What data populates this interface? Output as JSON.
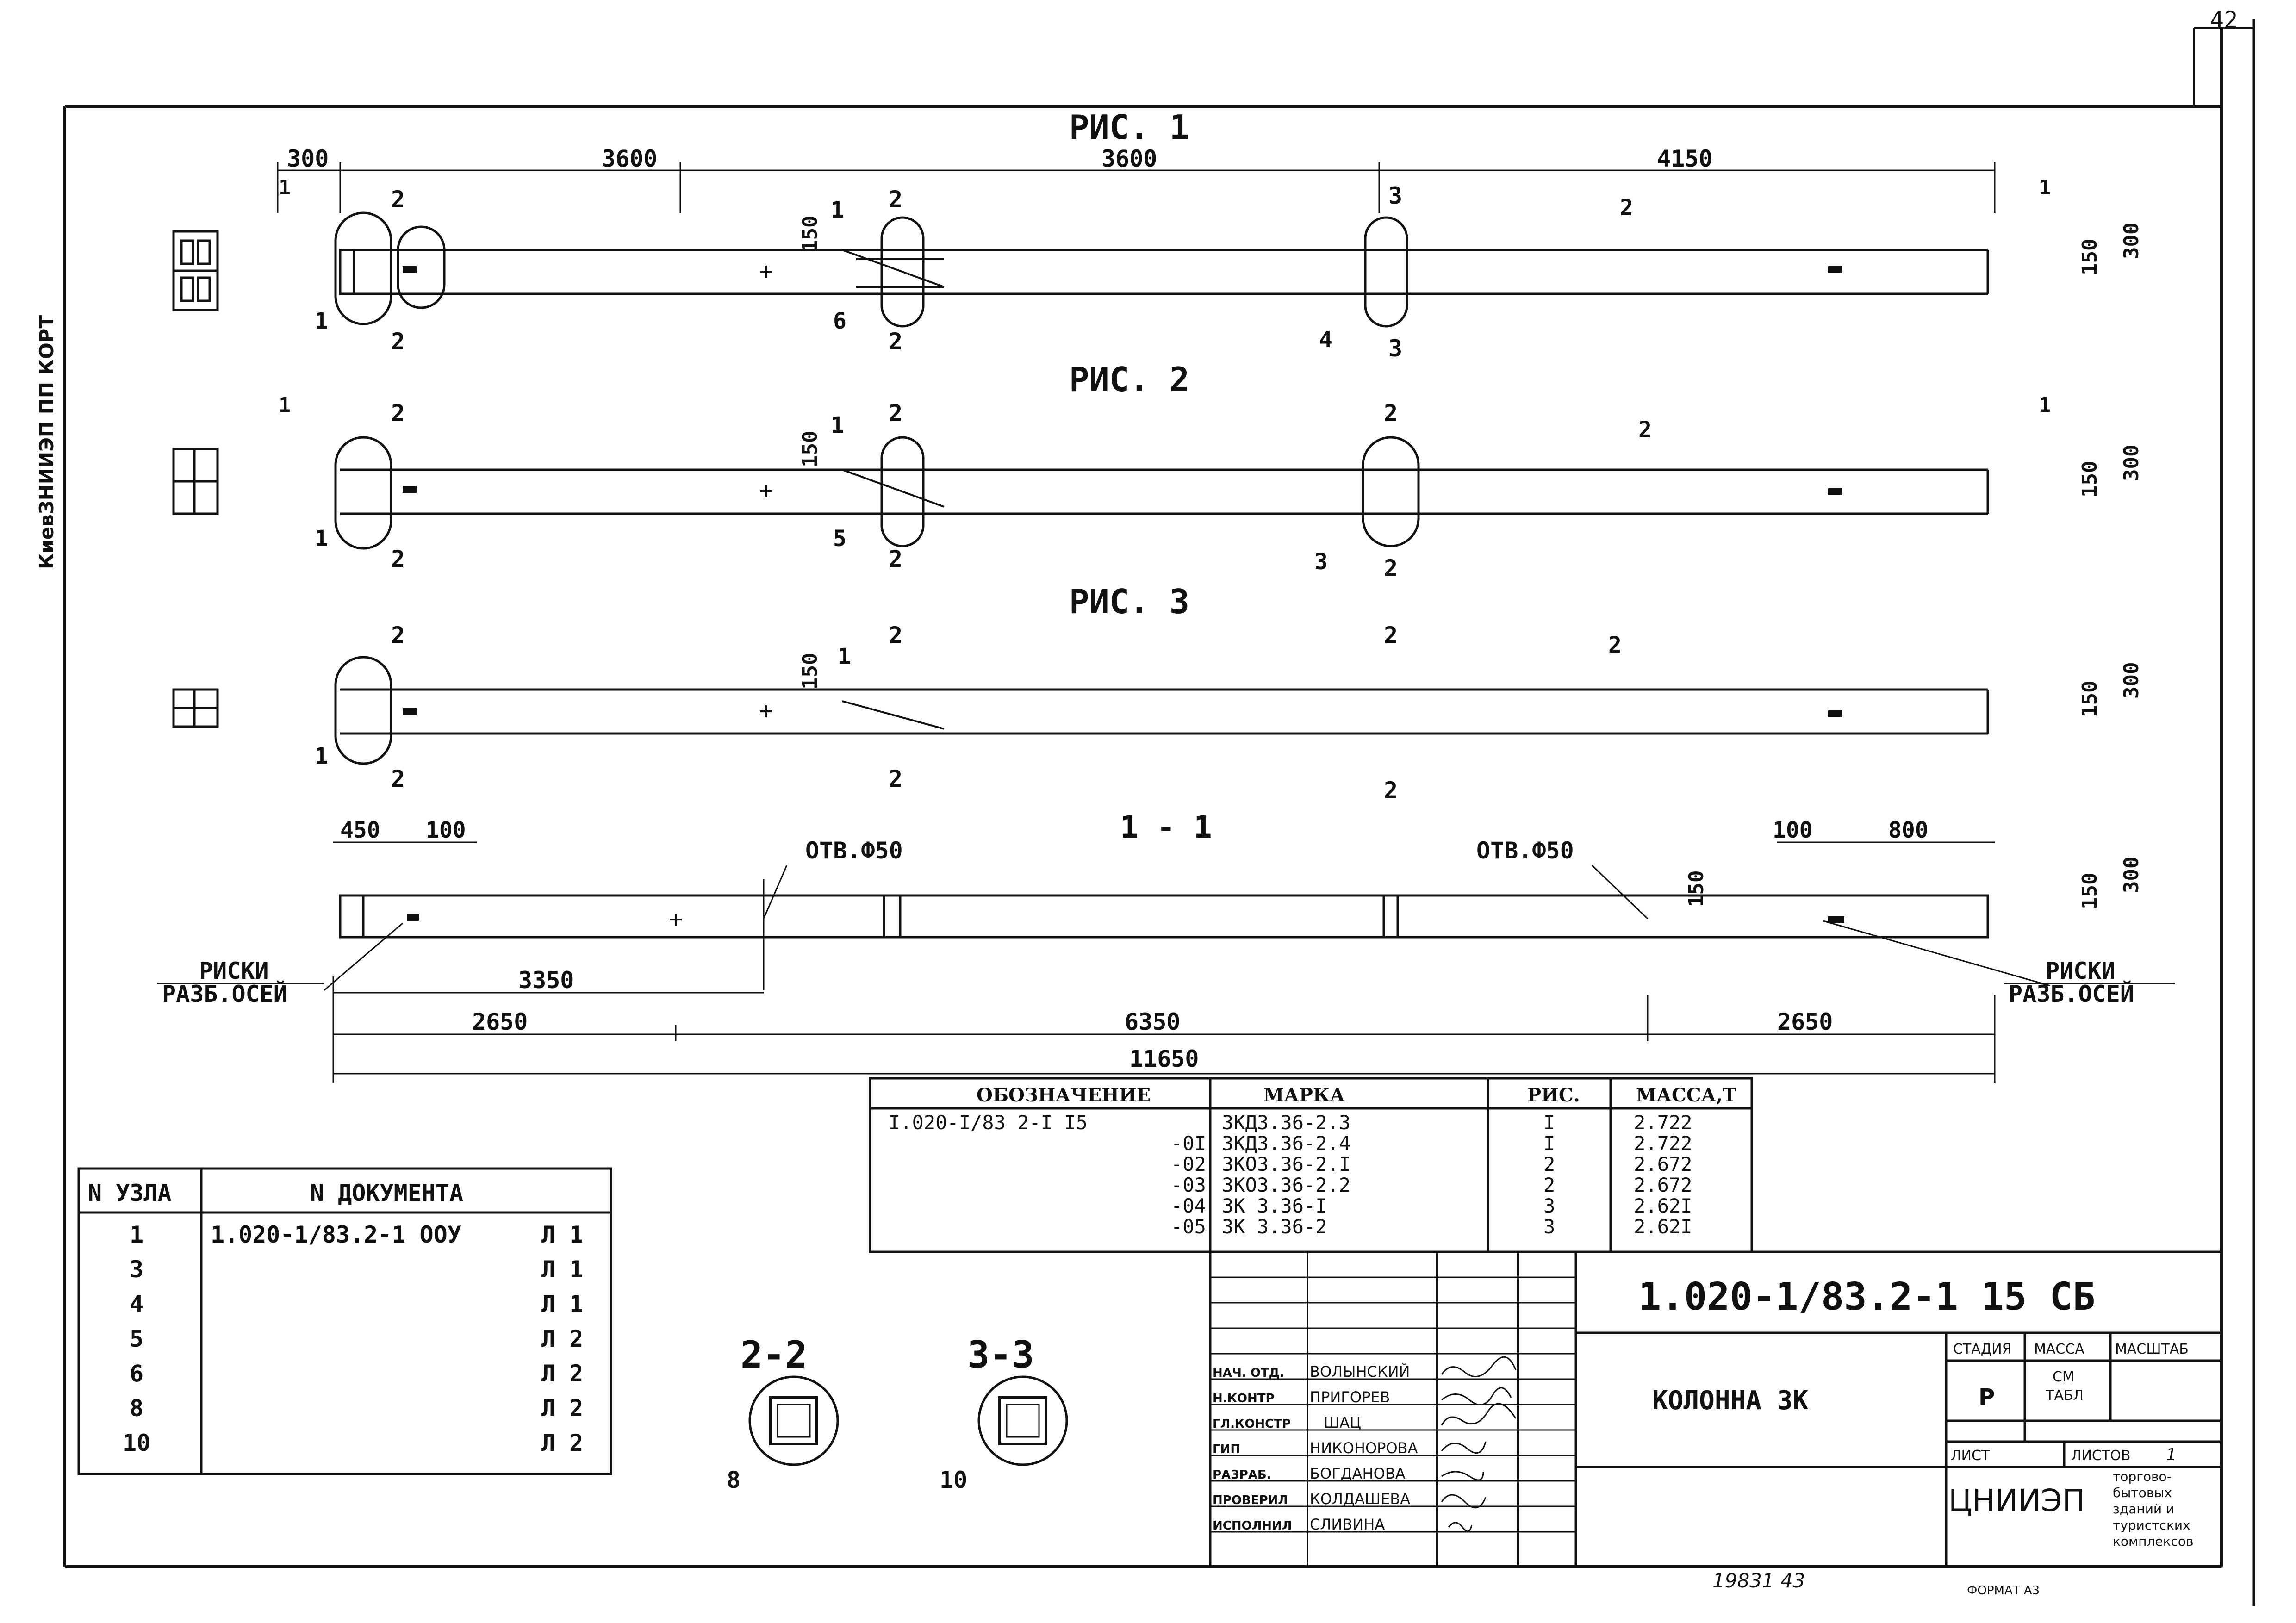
{
  "sheet_number": "42",
  "side_stamp": "КиевЗНИИЭП  ПП КОРТ",
  "figures": [
    {
      "title": "РИС. 1",
      "dims": [
        "300",
        "3600",
        "3600",
        "4150"
      ],
      "height_dims": [
        "150",
        "300"
      ],
      "cut_150": "150",
      "section_marks": [
        "1",
        "2",
        "2",
        "3",
        "1",
        "2",
        "2",
        "3"
      ],
      "callouts": [
        "1",
        "1",
        "6",
        "4",
        "2"
      ]
    },
    {
      "title": "РИС. 2",
      "height_dims": [
        "150",
        "300"
      ],
      "cut_150": "150",
      "section_marks": [
        "1",
        "2",
        "2",
        "2",
        "1",
        "2",
        "2",
        "2"
      ],
      "callouts": [
        "1",
        "1",
        "5",
        "3",
        "2"
      ]
    },
    {
      "title": "РИС. 3",
      "height_dims": [
        "150",
        "300"
      ],
      "cut_150": "150",
      "section_marks": [
        "2",
        "2",
        "2",
        "2",
        "2",
        "2"
      ],
      "callouts": [
        "1",
        "1",
        "2"
      ]
    }
  ],
  "section_1_1": {
    "title": "1 - 1",
    "top_dims": [
      "450",
      "100",
      "100",
      "800"
    ],
    "hole_left": "ОТВ.Ф50",
    "hole_right": "ОТВ.Ф50",
    "dim_150": "150",
    "height_dims": [
      "150",
      "300"
    ],
    "risk_left": [
      "РИСКИ",
      "РАЗБ.ОСЕЙ"
    ],
    "risk_right": [
      "РИСКИ",
      "РАЗБ.ОСЕЙ"
    ],
    "dim_3350": "3350",
    "bottom_dims": [
      "2650",
      "6350",
      "2650"
    ],
    "total": "11650"
  },
  "spec_table": {
    "headers": [
      "ОБОЗНАЧЕНИЕ",
      "МАРКА",
      "РИС.",
      "МАССА,Т"
    ],
    "rows": [
      [
        "I.020-I/83 2-I I5",
        "ЗКДЗ.36-2.3",
        "I",
        "2.722"
      ],
      [
        "-0I",
        "ЗКДЗ.36-2.4",
        "I",
        "2.722"
      ],
      [
        "-02",
        "ЗКОЗ.36-2.I",
        "2",
        "2.672"
      ],
      [
        "-03",
        "ЗКОЗ.36-2.2",
        "2",
        "2.672"
      ],
      [
        "-04",
        "ЗК 3.36-I",
        "3",
        "2.62I"
      ],
      [
        "-05",
        "ЗК 3.36-2",
        "3",
        "2.62I"
      ]
    ]
  },
  "nodes_table": {
    "headers": [
      "N УЗЛА",
      "N ДОКУМЕНТА"
    ],
    "rows": [
      [
        "1",
        "1.020-1/83.2-1 ООУ",
        "Л 1"
      ],
      [
        "3",
        "",
        "Л 1"
      ],
      [
        "4",
        "",
        "Л 1"
      ],
      [
        "5",
        "",
        "Л 2"
      ],
      [
        "6",
        "",
        "Л 2"
      ],
      [
        "8",
        "",
        "Л 2"
      ],
      [
        "10",
        "",
        "Л 2"
      ]
    ]
  },
  "sections": [
    {
      "title": "2-2",
      "callout": "8"
    },
    {
      "title": "3-3",
      "callout": "10"
    }
  ],
  "title_block": {
    "code": "1.020-1/83.2-1 15 СБ",
    "name": "КОЛОННА ЗК",
    "stage_headers": [
      "СТАДИЯ",
      "МАССА",
      "МАСШТАБ"
    ],
    "stage": "Р",
    "mass": [
      "СМ",
      "ТАБЛ"
    ],
    "sheet_label": "ЛИСТ",
    "sheets_label": "ЛИСТОВ",
    "sheets_value": "1",
    "org": "ЦНИИЭП",
    "org_sub": [
      "торгово-",
      "бытовых",
      "зданий и",
      "туристских",
      "комплексов"
    ],
    "staff": [
      [
        "НАЧ. ОТД.",
        "ВОЛЫНСКИЙ"
      ],
      [
        "Н.КОНТР",
        "ПРИГОРЕВ"
      ],
      [
        "ГЛ.КОНСТР",
        "ШАЦ"
      ],
      [
        "ГИП",
        "НИКОНОРОВА"
      ],
      [
        "РАЗРАБ.",
        "БОГДАНОВА"
      ],
      [
        "ПРОВЕРИЛ",
        "КОЛДАШЕВА"
      ],
      [
        "ИСПОЛНИЛ",
        "СЛИВИНА"
      ]
    ]
  },
  "footer_numbers": "19831   43",
  "format": "ФОРМАТ А3"
}
